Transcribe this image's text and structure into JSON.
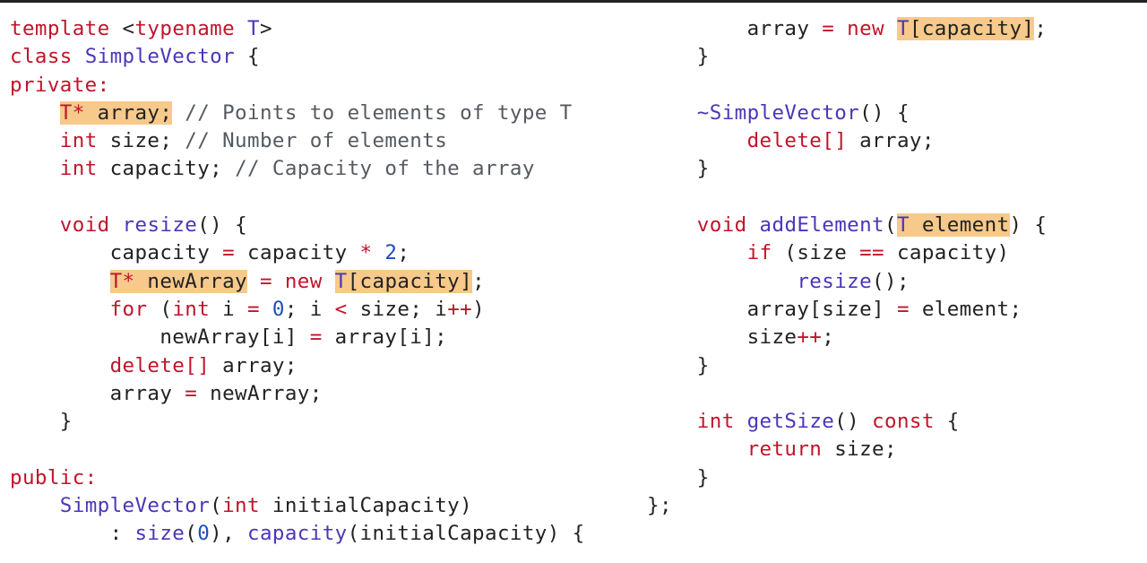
{
  "left_lines": [
    [
      {
        "t": "template",
        "c": "kw"
      },
      {
        "t": " <"
      },
      {
        "t": "typename",
        "c": "kw"
      },
      {
        "t": " "
      },
      {
        "t": "T",
        "c": "ty"
      },
      {
        "t": ">"
      }
    ],
    [
      {
        "t": "class",
        "c": "kw"
      },
      {
        "t": " "
      },
      {
        "t": "SimpleVector",
        "c": "fn"
      },
      {
        "t": " {"
      }
    ],
    [
      {
        "t": "private:",
        "c": "kw"
      }
    ],
    [
      {
        "t": "    "
      },
      {
        "t": "T*",
        "c": "op",
        "h": true
      },
      {
        "t": " array;",
        "h": true
      },
      {
        "t": " // Points to elements of type T",
        "c": "cm"
      }
    ],
    [
      {
        "t": "    "
      },
      {
        "t": "int",
        "c": "kw"
      },
      {
        "t": " size; "
      },
      {
        "t": "// Number of elements",
        "c": "cm"
      }
    ],
    [
      {
        "t": "    "
      },
      {
        "t": "int",
        "c": "kw"
      },
      {
        "t": " capacity; "
      },
      {
        "t": "// Capacity of the array",
        "c": "cm"
      }
    ],
    [],
    [
      {
        "t": "    "
      },
      {
        "t": "void",
        "c": "kw"
      },
      {
        "t": " "
      },
      {
        "t": "resize",
        "c": "fn"
      },
      {
        "t": "() {"
      }
    ],
    [
      {
        "t": "        capacity "
      },
      {
        "t": "=",
        "c": "op"
      },
      {
        "t": " capacity "
      },
      {
        "t": "*",
        "c": "op"
      },
      {
        "t": " "
      },
      {
        "t": "2",
        "c": "num"
      },
      {
        "t": ";"
      }
    ],
    [
      {
        "t": "        "
      },
      {
        "t": "T*",
        "c": "op",
        "h": true
      },
      {
        "t": " newArray",
        "h": true
      },
      {
        "t": " "
      },
      {
        "t": "=",
        "c": "op"
      },
      {
        "t": " "
      },
      {
        "t": "new",
        "c": "kw"
      },
      {
        "t": " "
      },
      {
        "t": "T",
        "c": "ty",
        "h": true
      },
      {
        "t": "[capacity]",
        "h": true
      },
      {
        "t": ";"
      }
    ],
    [
      {
        "t": "        "
      },
      {
        "t": "for",
        "c": "kw"
      },
      {
        "t": " ("
      },
      {
        "t": "int",
        "c": "kw"
      },
      {
        "t": " i "
      },
      {
        "t": "=",
        "c": "op"
      },
      {
        "t": " "
      },
      {
        "t": "0",
        "c": "num"
      },
      {
        "t": "; i "
      },
      {
        "t": "<",
        "c": "op"
      },
      {
        "t": " size; i"
      },
      {
        "t": "++",
        "c": "op"
      },
      {
        "t": ")"
      }
    ],
    [
      {
        "t": "            newArray[i] "
      },
      {
        "t": "=",
        "c": "op"
      },
      {
        "t": " array[i];"
      }
    ],
    [
      {
        "t": "        "
      },
      {
        "t": "delete[]",
        "c": "kw"
      },
      {
        "t": " array;"
      }
    ],
    [
      {
        "t": "        array "
      },
      {
        "t": "=",
        "c": "op"
      },
      {
        "t": " newArray;"
      }
    ],
    [
      {
        "t": "    }"
      }
    ],
    [],
    [
      {
        "t": "public:",
        "c": "kw"
      }
    ],
    [
      {
        "t": "    "
      },
      {
        "t": "SimpleVector",
        "c": "fn"
      },
      {
        "t": "("
      },
      {
        "t": "int",
        "c": "kw"
      },
      {
        "t": " initialCapacity)"
      }
    ],
    [
      {
        "t": "        : "
      },
      {
        "t": "size",
        "c": "fn"
      },
      {
        "t": "("
      },
      {
        "t": "0",
        "c": "num"
      },
      {
        "t": "), "
      },
      {
        "t": "capacity",
        "c": "fn"
      },
      {
        "t": "(initialCapacity) {"
      }
    ]
  ],
  "right_lines": [
    [
      {
        "t": "        array "
      },
      {
        "t": "=",
        "c": "op"
      },
      {
        "t": " "
      },
      {
        "t": "new",
        "c": "kw"
      },
      {
        "t": " "
      },
      {
        "t": "T",
        "c": "ty",
        "h": true
      },
      {
        "t": "[capacity]",
        "h": true
      },
      {
        "t": ";"
      }
    ],
    [
      {
        "t": "    }"
      }
    ],
    [],
    [
      {
        "t": "    "
      },
      {
        "t": "~SimpleVector",
        "c": "fn"
      },
      {
        "t": "() {"
      }
    ],
    [
      {
        "t": "        "
      },
      {
        "t": "delete[]",
        "c": "kw"
      },
      {
        "t": " array;"
      }
    ],
    [
      {
        "t": "    }"
      }
    ],
    [],
    [
      {
        "t": "    "
      },
      {
        "t": "void",
        "c": "kw"
      },
      {
        "t": " "
      },
      {
        "t": "addElement",
        "c": "fn"
      },
      {
        "t": "("
      },
      {
        "t": "T",
        "c": "ty",
        "h": true
      },
      {
        "t": " element",
        "h": true
      },
      {
        "t": ") {"
      }
    ],
    [
      {
        "t": "        "
      },
      {
        "t": "if",
        "c": "kw"
      },
      {
        "t": " (size "
      },
      {
        "t": "==",
        "c": "op"
      },
      {
        "t": " capacity)"
      }
    ],
    [
      {
        "t": "            "
      },
      {
        "t": "resize",
        "c": "fn"
      },
      {
        "t": "();"
      }
    ],
    [
      {
        "t": "        array[size] "
      },
      {
        "t": "=",
        "c": "op"
      },
      {
        "t": " element;"
      }
    ],
    [
      {
        "t": "        size"
      },
      {
        "t": "++",
        "c": "op"
      },
      {
        "t": ";"
      }
    ],
    [
      {
        "t": "    }"
      }
    ],
    [],
    [
      {
        "t": "    "
      },
      {
        "t": "int",
        "c": "kw"
      },
      {
        "t": " "
      },
      {
        "t": "getSize",
        "c": "fn"
      },
      {
        "t": "() "
      },
      {
        "t": "const",
        "c": "kw"
      },
      {
        "t": " {"
      }
    ],
    [
      {
        "t": "        "
      },
      {
        "t": "return",
        "c": "kw"
      },
      {
        "t": " size;"
      }
    ],
    [
      {
        "t": "    }"
      }
    ],
    [
      {
        "t": "};"
      }
    ]
  ]
}
